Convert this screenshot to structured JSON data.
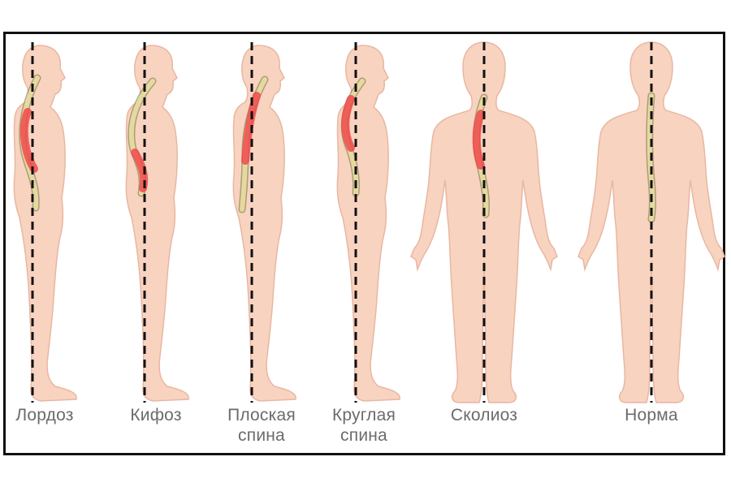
{
  "colors": {
    "skin": "#f8d3c0",
    "skin_outline": "#e8b7a2",
    "spine": "#e6d9a0",
    "spine_outline": "#6d7140",
    "highlight": "#ef4a4a",
    "reference_line": "#111111",
    "label_text": "#6b6b6b",
    "frame": "#111111"
  },
  "figures": [
    {
      "id": "lordosis",
      "view": "side",
      "label_lines": [
        "Лордоз"
      ]
    },
    {
      "id": "kyphosis",
      "view": "side",
      "label_lines": [
        "Кифоз"
      ]
    },
    {
      "id": "flat-back",
      "view": "side",
      "label_lines": [
        "Плоская",
        "спина"
      ]
    },
    {
      "id": "round-back",
      "view": "side",
      "label_lines": [
        "Круглая",
        "спина"
      ]
    },
    {
      "id": "scoliosis",
      "view": "back",
      "label_lines": [
        "Сколиоз"
      ]
    },
    {
      "id": "normal",
      "view": "back",
      "label_lines": [
        "Норма"
      ]
    }
  ]
}
